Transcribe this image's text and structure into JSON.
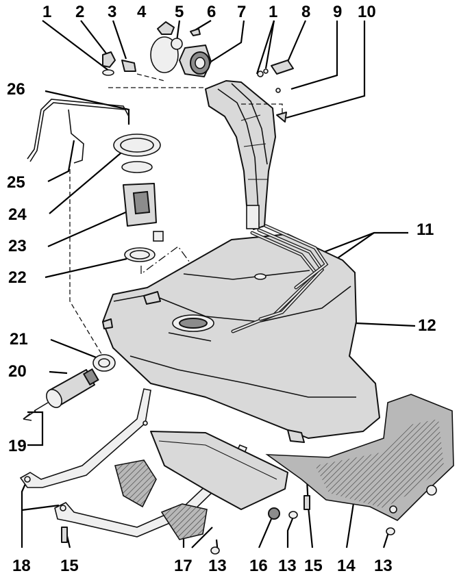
{
  "callouts": [
    "1",
    "2",
    "3",
    "4",
    "5",
    "6",
    "7",
    "1",
    "8",
    "9",
    "10",
    "26",
    "25",
    "24",
    "23",
    "11",
    "22",
    "12",
    "21",
    "20",
    "19",
    "18",
    "15",
    "17",
    "13",
    "16",
    "13",
    "15",
    "14",
    "13"
  ],
  "colors": {
    "ink": "#111111",
    "paper": "#ffffff",
    "metal": "#d9d9d9",
    "hatching": "#b8b8b8"
  }
}
